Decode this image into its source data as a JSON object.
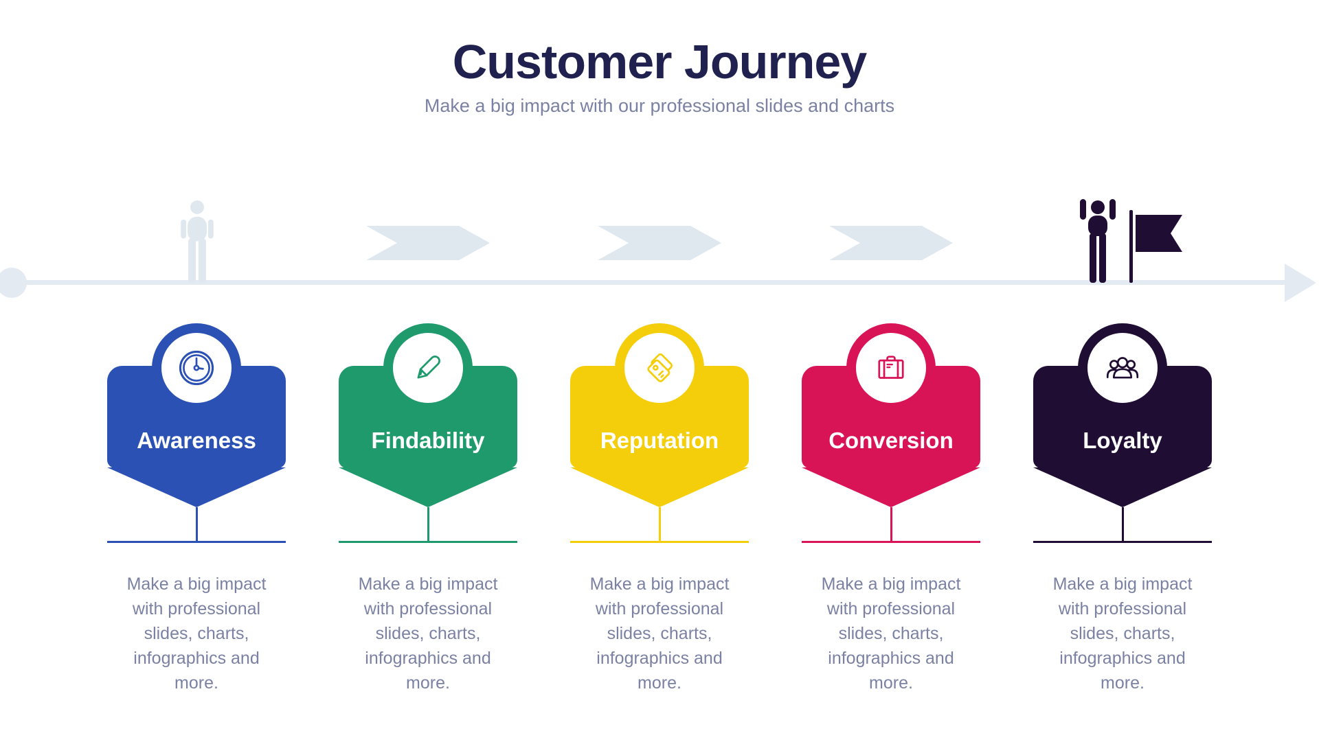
{
  "header": {
    "title": "Customer Journey",
    "subtitle": "Make a big impact with our professional slides and charts"
  },
  "timeline": {
    "start_marker": "standing-person-icon",
    "progress_markers": [
      "chevron-arrow",
      "chevron-arrow",
      "chevron-arrow"
    ],
    "end_marker": "celebrating-person-with-flag-icon",
    "line_color": "#e3eaf1",
    "marker_color": "#dfe7ef"
  },
  "stages": [
    {
      "label": "Awareness",
      "icon": "clock-icon",
      "color": "#2b51b5",
      "description": "Make a big impact with professional slides, charts, infographics and more."
    },
    {
      "label": "Findability",
      "icon": "pencil-icon",
      "color": "#1f9a6d",
      "description": "Make a big impact with professional slides, charts, infographics and more."
    },
    {
      "label": "Reputation",
      "icon": "price-tags-icon",
      "color": "#f5ce0b",
      "description": "Make a big impact with professional slides, charts, infographics and more."
    },
    {
      "label": "Conversion",
      "icon": "briefcase-icon",
      "color": "#d91456",
      "description": "Make a big impact with professional slides, charts, infographics and more."
    },
    {
      "label": "Loyalty",
      "icon": "people-group-icon",
      "color": "#1f0d33",
      "description": "Make a big impact with professional slides, charts, infographics and more."
    }
  ],
  "colors": {
    "title_text": "#212150",
    "muted_text": "#7b81a3",
    "timeline_line": "#e3eaf1",
    "timeline_marker": "#dfe7ef"
  }
}
